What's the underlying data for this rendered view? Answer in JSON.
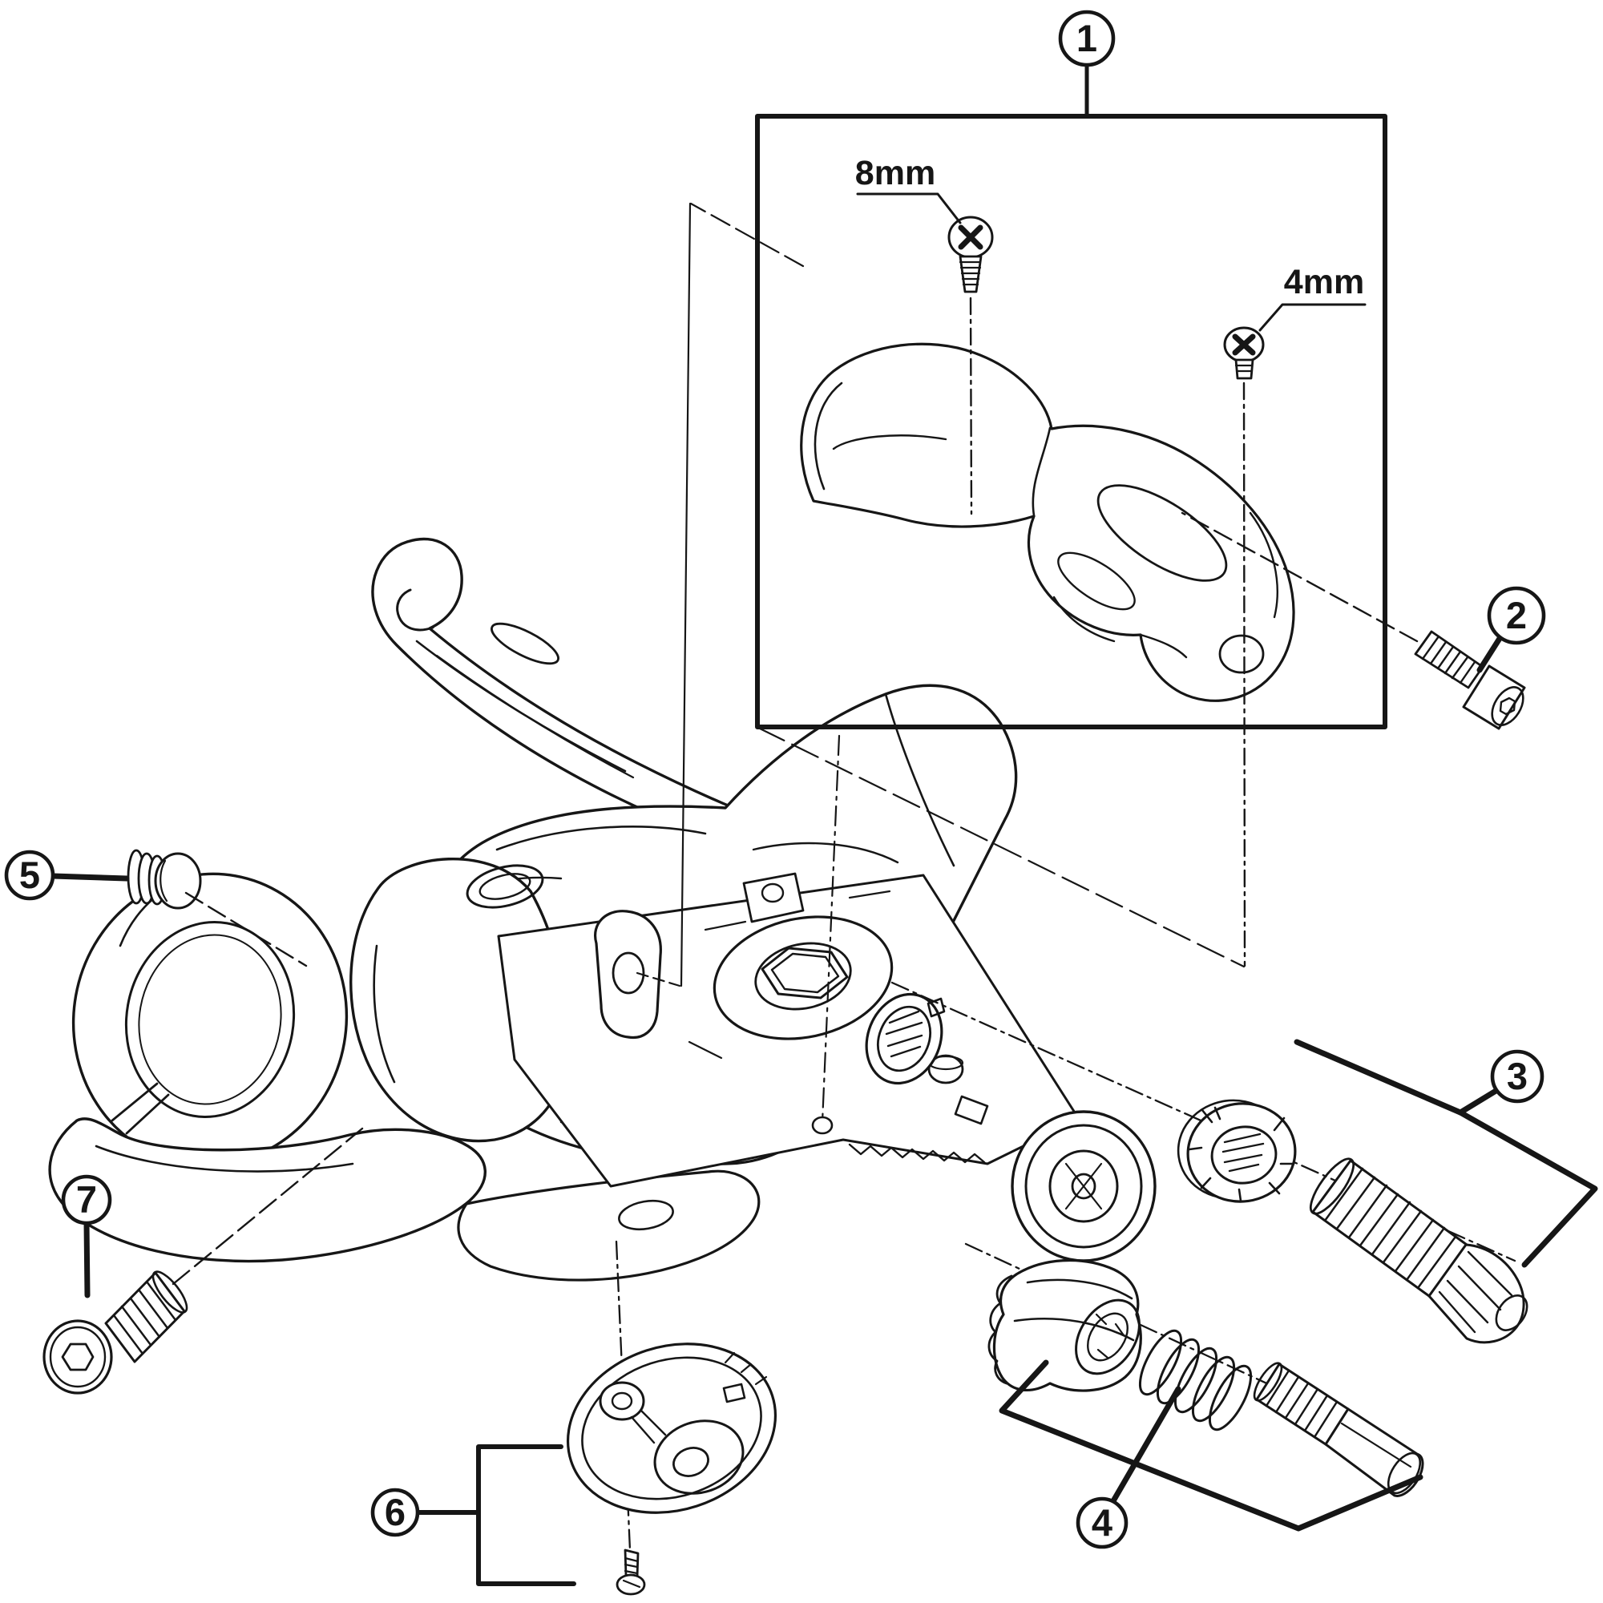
{
  "figure": {
    "background": "#ffffff",
    "line_color": "#161616"
  },
  "callouts": [
    {
      "label": "1"
    },
    {
      "label": "2"
    },
    {
      "label": "3"
    },
    {
      "label": "4"
    },
    {
      "label": "5"
    },
    {
      "label": "6"
    },
    {
      "label": "7"
    }
  ],
  "dimension_labels": [
    {
      "label": "8mm"
    },
    {
      "label": "4mm"
    }
  ]
}
